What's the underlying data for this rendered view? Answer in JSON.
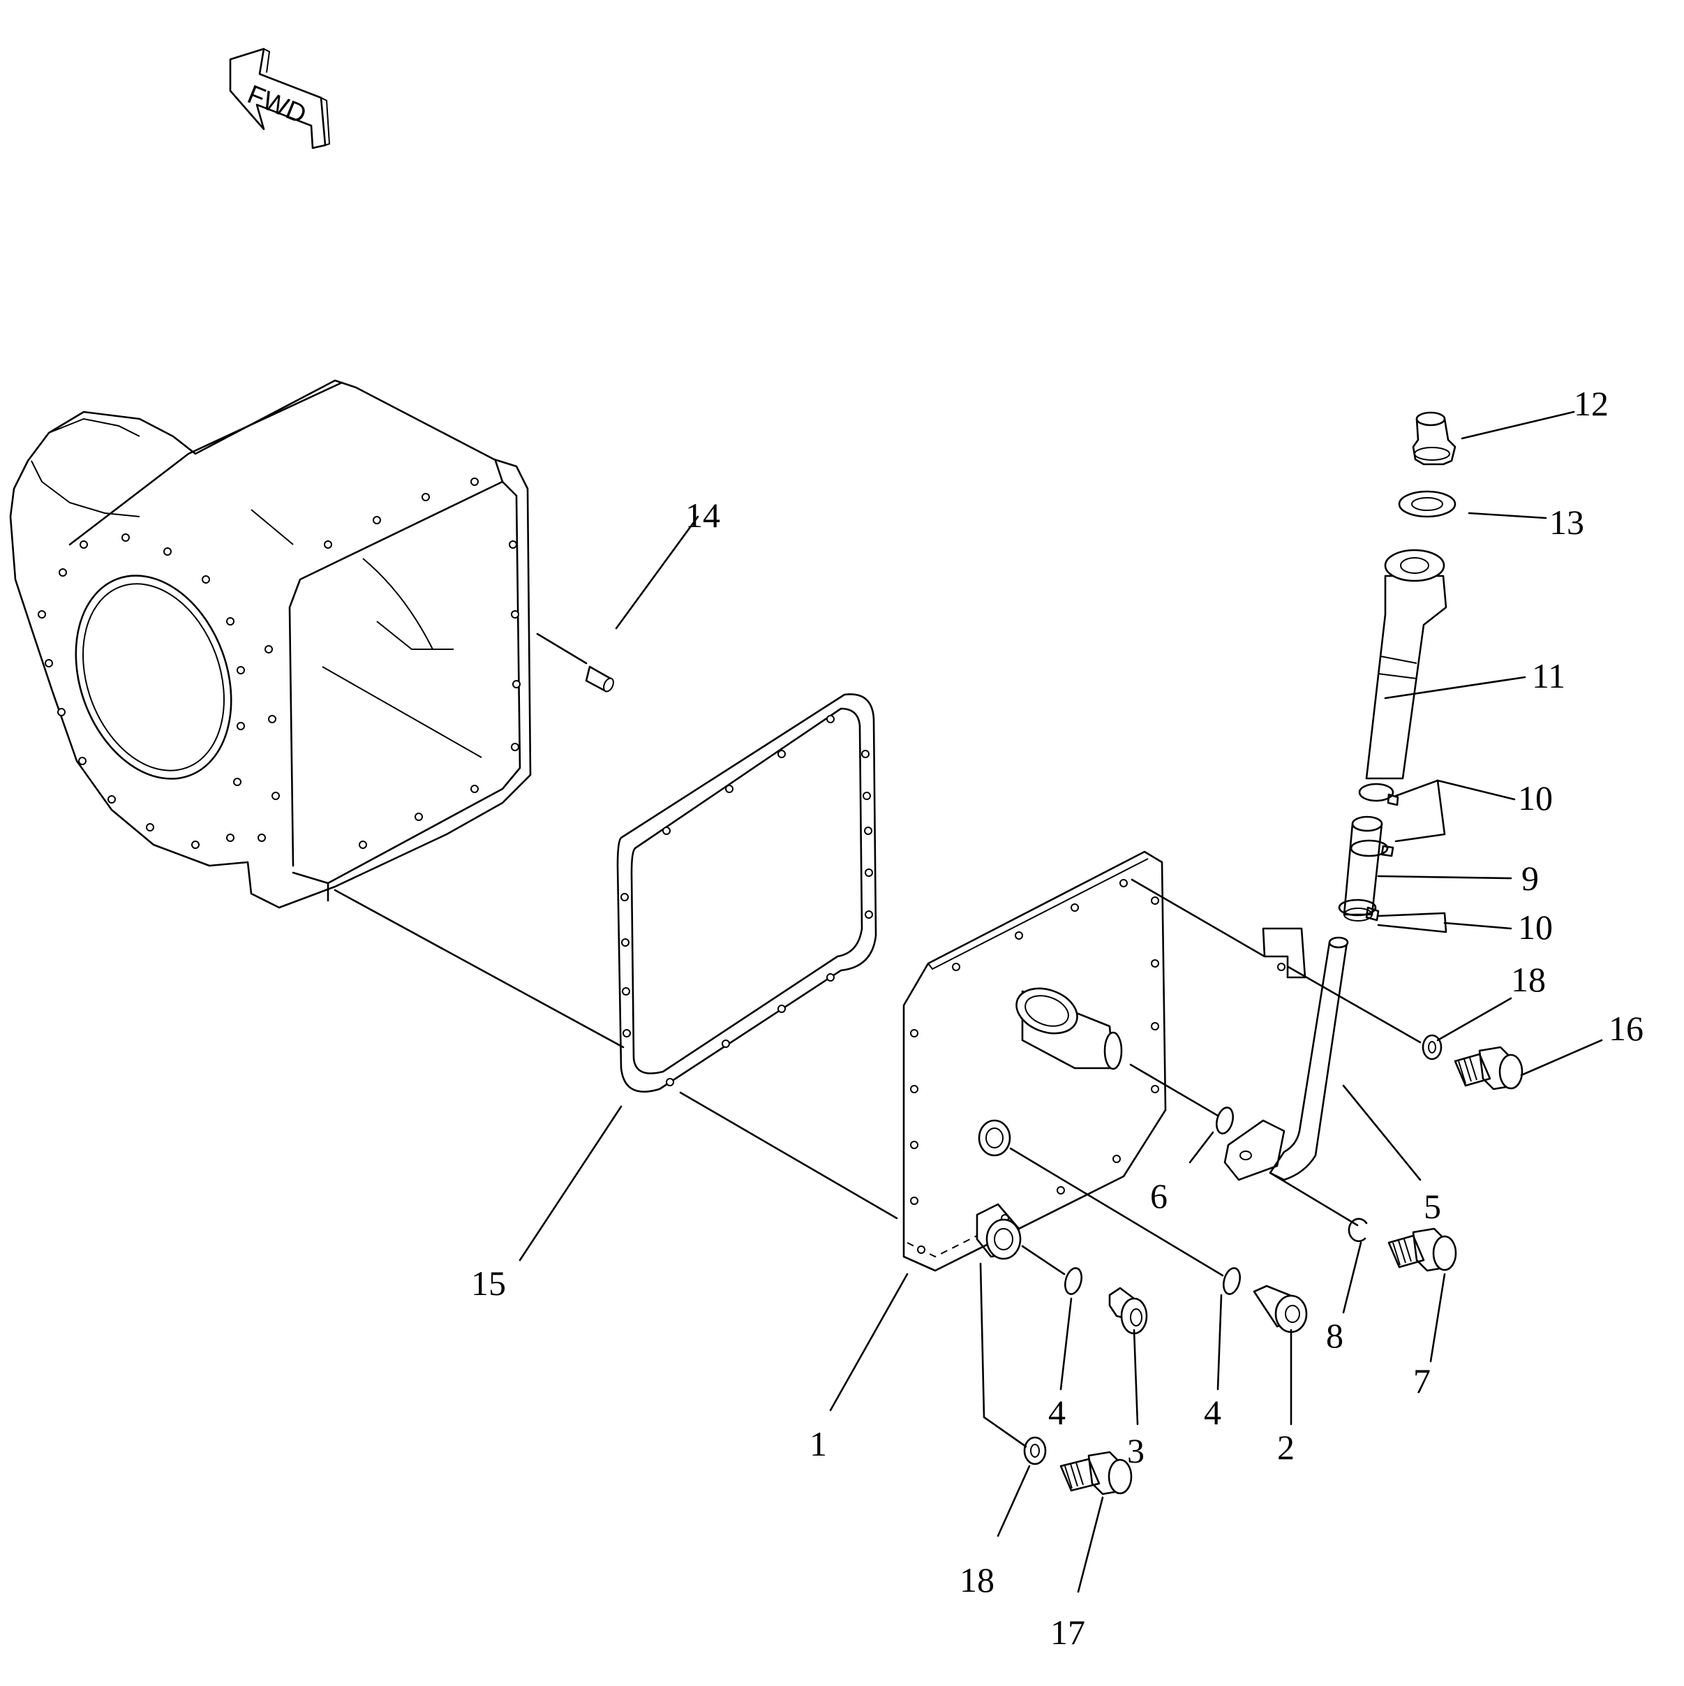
{
  "fwd_label": "FWD",
  "callouts": [
    {
      "id": "c1",
      "text": "1"
    },
    {
      "id": "c2",
      "text": "2"
    },
    {
      "id": "c3",
      "text": "3"
    },
    {
      "id": "c4a",
      "text": "4"
    },
    {
      "id": "c4b",
      "text": "4"
    },
    {
      "id": "c5",
      "text": "5"
    },
    {
      "id": "c6",
      "text": "6"
    },
    {
      "id": "c7",
      "text": "7"
    },
    {
      "id": "c8",
      "text": "8"
    },
    {
      "id": "c9",
      "text": "9"
    },
    {
      "id": "c10a",
      "text": "10"
    },
    {
      "id": "c10b",
      "text": "10"
    },
    {
      "id": "c11",
      "text": "11"
    },
    {
      "id": "c12",
      "text": "12"
    },
    {
      "id": "c13",
      "text": "13"
    },
    {
      "id": "c14",
      "text": "14"
    },
    {
      "id": "c15",
      "text": "15"
    },
    {
      "id": "c16",
      "text": "16"
    },
    {
      "id": "c17",
      "text": "17"
    },
    {
      "id": "c18a",
      "text": "18"
    },
    {
      "id": "c18b",
      "text": "18"
    }
  ]
}
